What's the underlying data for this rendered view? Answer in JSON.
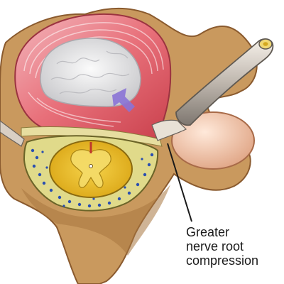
{
  "label": {
    "lines": [
      "Greater",
      "nerve root",
      "compression"
    ]
  },
  "colors": {
    "bone": "#c9995e",
    "bone_dark": "#8a5a2e",
    "disc_ring": "#e8707a",
    "disc_nucleus": "#e9e9ea",
    "herniation": "#8a73d6",
    "spinal_cord": "#e6b820",
    "nerve_root": "#f2c7a9",
    "dura_fat": "#d8d27a",
    "epidural_dots": "#2a4fb0"
  }
}
